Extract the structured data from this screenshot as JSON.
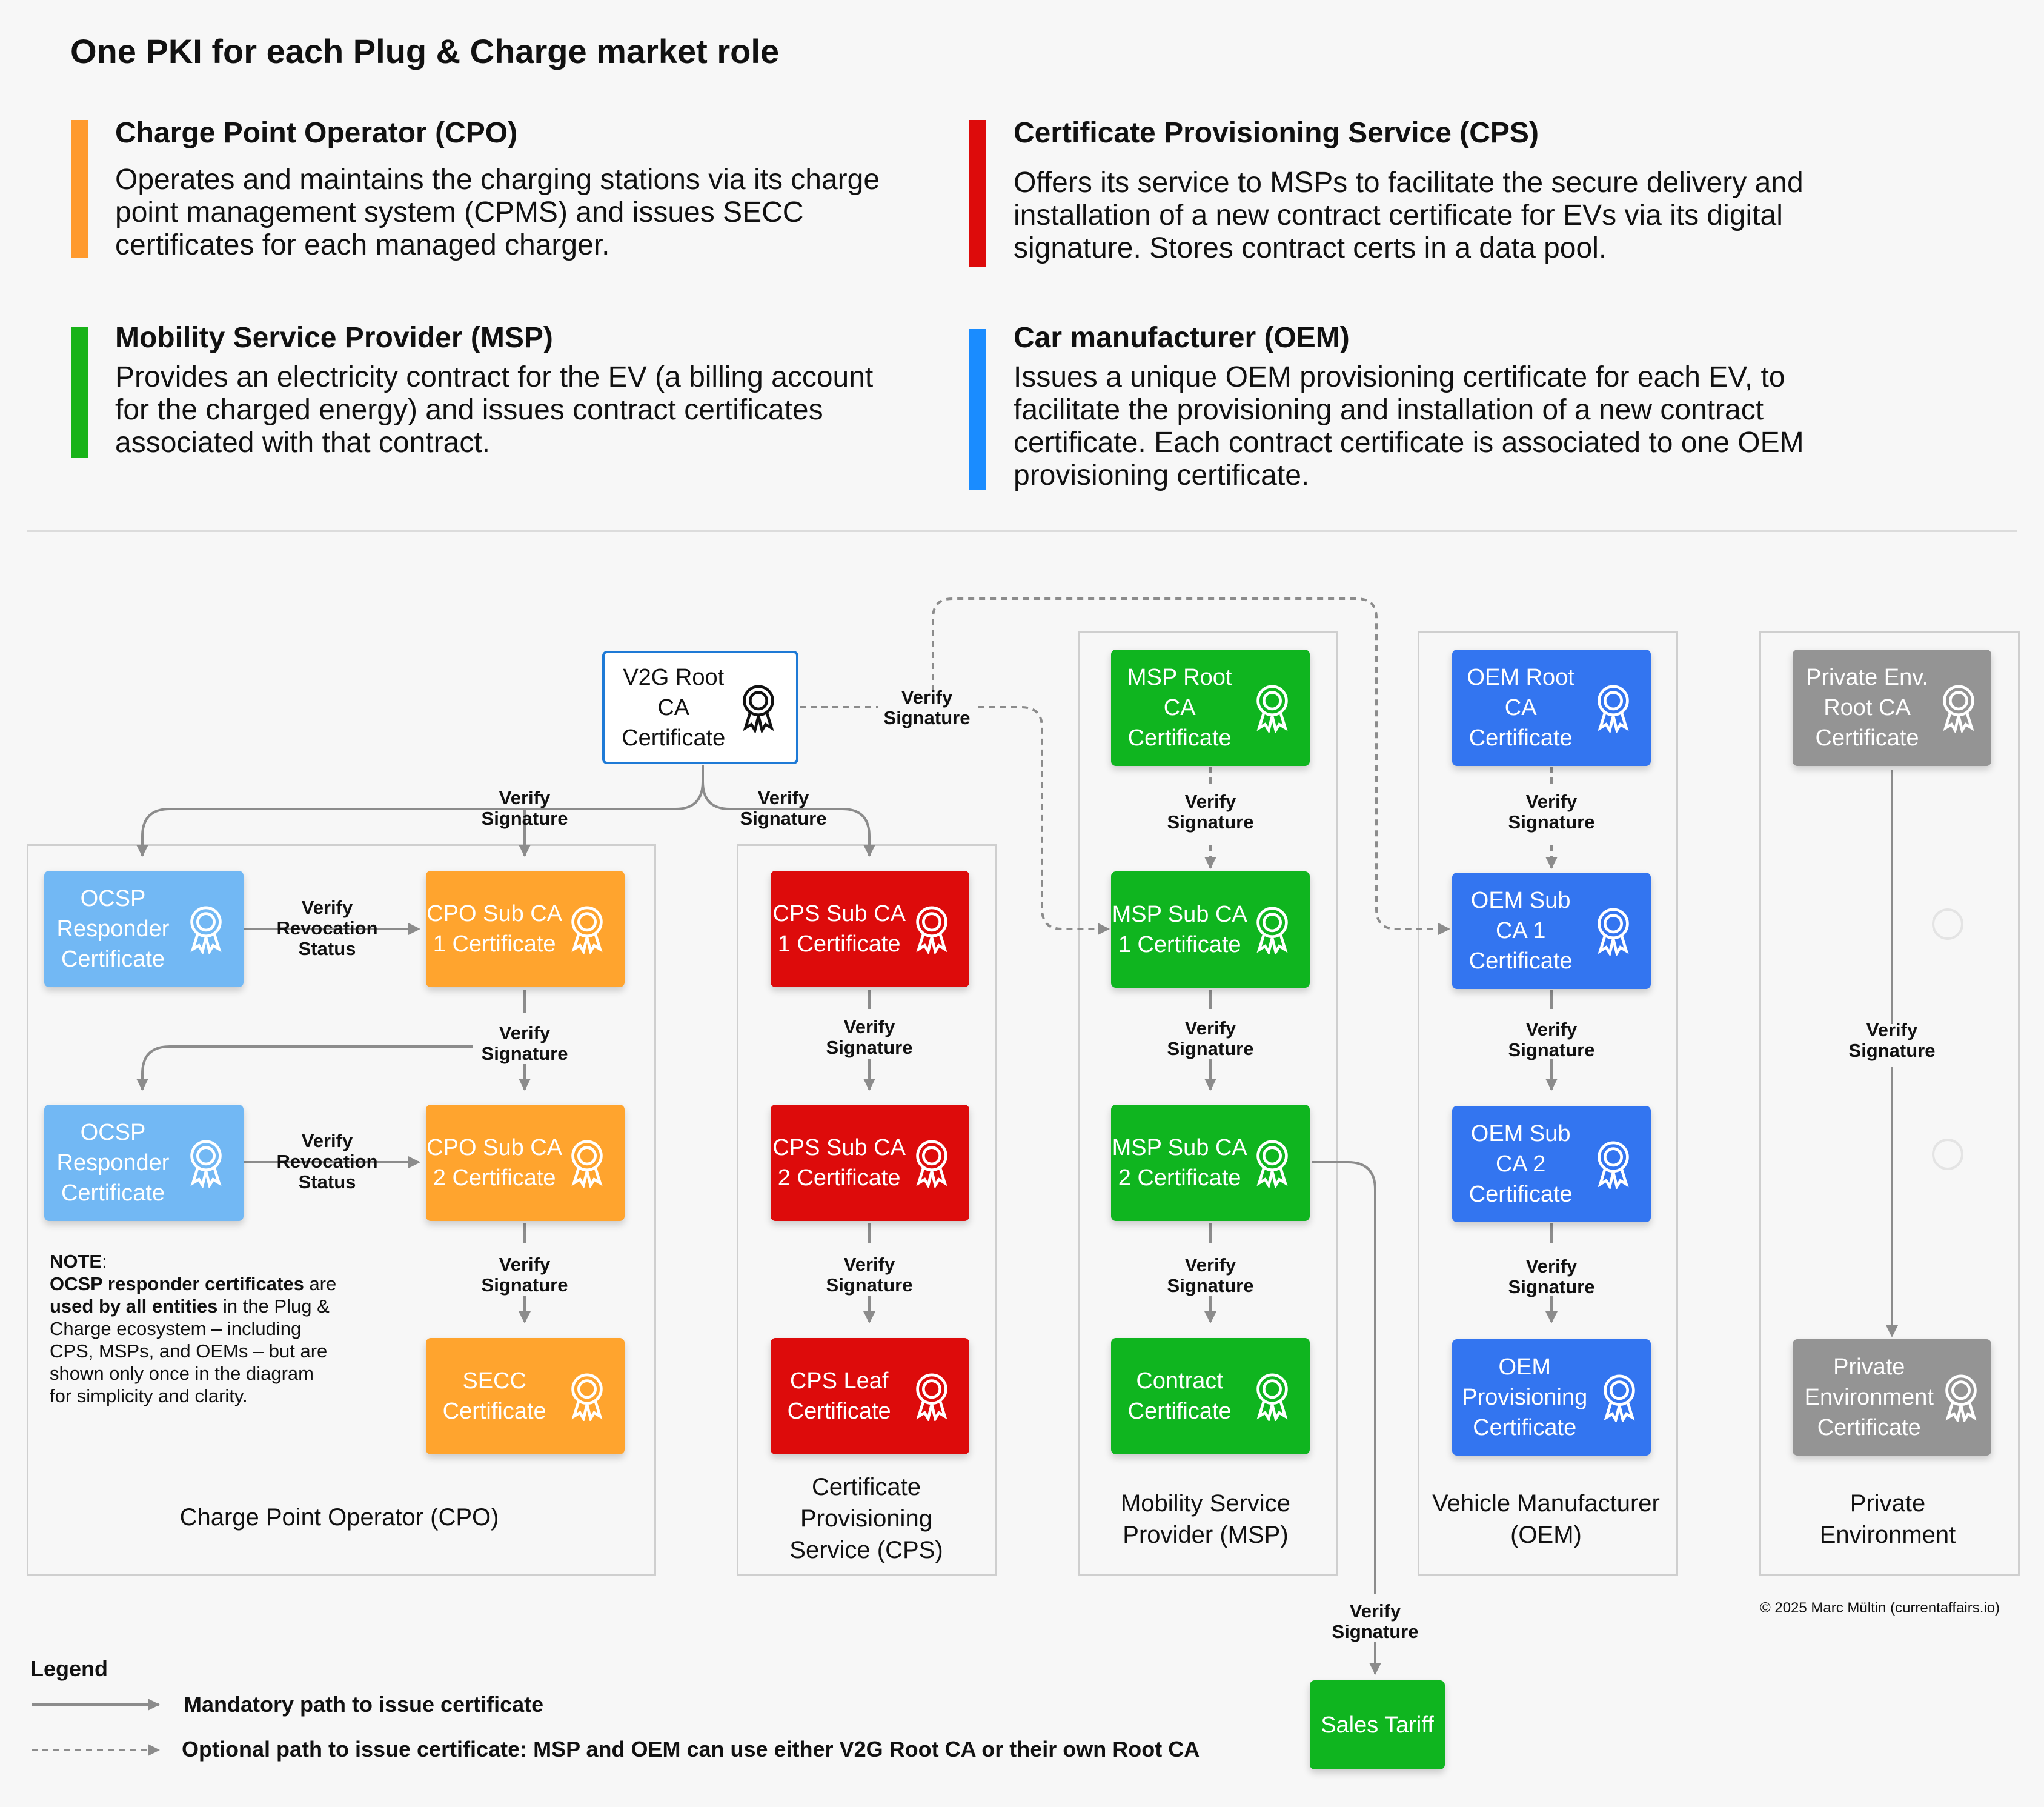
{
  "title": "One PKI for each Plug & Charge market role",
  "roles": {
    "cpo": {
      "title": "Charge Point Operator (CPO)",
      "desc": "Operates and maintains the charging stations via its charge point management system (CPMS) and issues SECC certificates for each managed charger.",
      "color": "#ff9a2e"
    },
    "cps": {
      "title": "Certificate Provisioning Service (CPS)",
      "desc": "Offers its service to MSPs to facilitate the secure delivery and installation of a new contract certificate for EVs via its digital signature. Stores contract certs in a data pool.",
      "color": "#dd0b0b"
    },
    "msp": {
      "title": "Mobility Service Provider (MSP)",
      "desc": "Provides an electricity contract for the EV (a billing account for the charged energy) and issues contract certificates associated with that contract.",
      "color": "#18b318"
    },
    "oem": {
      "title": "Car manufacturer (OEM)",
      "desc": "Issues a unique OEM provisioning certificate for each EV, to facilitate the provisioning and installation of a new contract certificate. Each contract certificate is associated to one OEM provisioning certificate.",
      "color": "#1a8cff"
    }
  },
  "groups": {
    "cpo": "Charge Point Operator (CPO)",
    "cps": "Certificate Provisioning Service (CPS)",
    "msp": "Mobility Service Provider (MSP)",
    "oem": "Vehicle Manufacturer (OEM)",
    "priv": "Private Environment"
  },
  "nodes": {
    "v2g_root": "V2G Root CA Certificate",
    "ocsp1": "OCSP Responder Certificate",
    "ocsp2": "OCSP Responder Certificate",
    "cpo_sub1": "CPO Sub CA 1 Certificate",
    "cpo_sub2": "CPO Sub CA 2 Certificate",
    "secc": "SECC Certificate",
    "cps_sub1": "CPS Sub CA 1 Certificate",
    "cps_sub2": "CPS Sub CA 2 Certificate",
    "cps_leaf": "CPS Leaf Certificate",
    "msp_root": "MSP Root CA Certificate",
    "msp_sub1": "MSP Sub CA 1 Certificate",
    "msp_sub2": "MSP Sub CA 2 Certificate",
    "contract": "Contract Certificate",
    "oem_root": "OEM Root CA Certificate",
    "oem_sub1": "OEM Sub CA 1 Certificate",
    "oem_sub2": "OEM Sub CA 2 Certificate",
    "oem_prov": "OEM Provisioning Certificate",
    "priv_root": "Private Env. Root CA Certificate",
    "priv_cert": "Private Environment Certificate",
    "sales_tariff": "Sales Tariff"
  },
  "edge_labels": {
    "verify_signature": "Verify Signature",
    "verify_revocation": "Verify Revocation Status"
  },
  "note": {
    "label": "NOTE",
    "bold1": "OCSP responder certificates",
    "text1": " are ",
    "bold2": "used by all entities",
    "text2": " in the Plug & Charge ecosystem – including CPS, MSPs, and OEMs – but are shown only once in the diagram for simplicity and clarity."
  },
  "legend": {
    "title": "Legend",
    "mandatory": "Mandatory path to issue certificate",
    "optional": "Optional path to issue certificate: MSP and OEM can use either V2G Root CA or their own Root CA"
  },
  "copyright": "© 2025 Marc Mültin (currentaffairs.io)",
  "colors": {
    "cpo_node": "#ffa42e",
    "ocsp_node": "#72b8f4",
    "cps_node": "#dd0b0b",
    "msp_node": "#0fb51f",
    "oem_node": "#3375f0",
    "priv_node": "#949494",
    "v2g_border": "#1e7ad6",
    "arrow": "#8c8c8c"
  }
}
